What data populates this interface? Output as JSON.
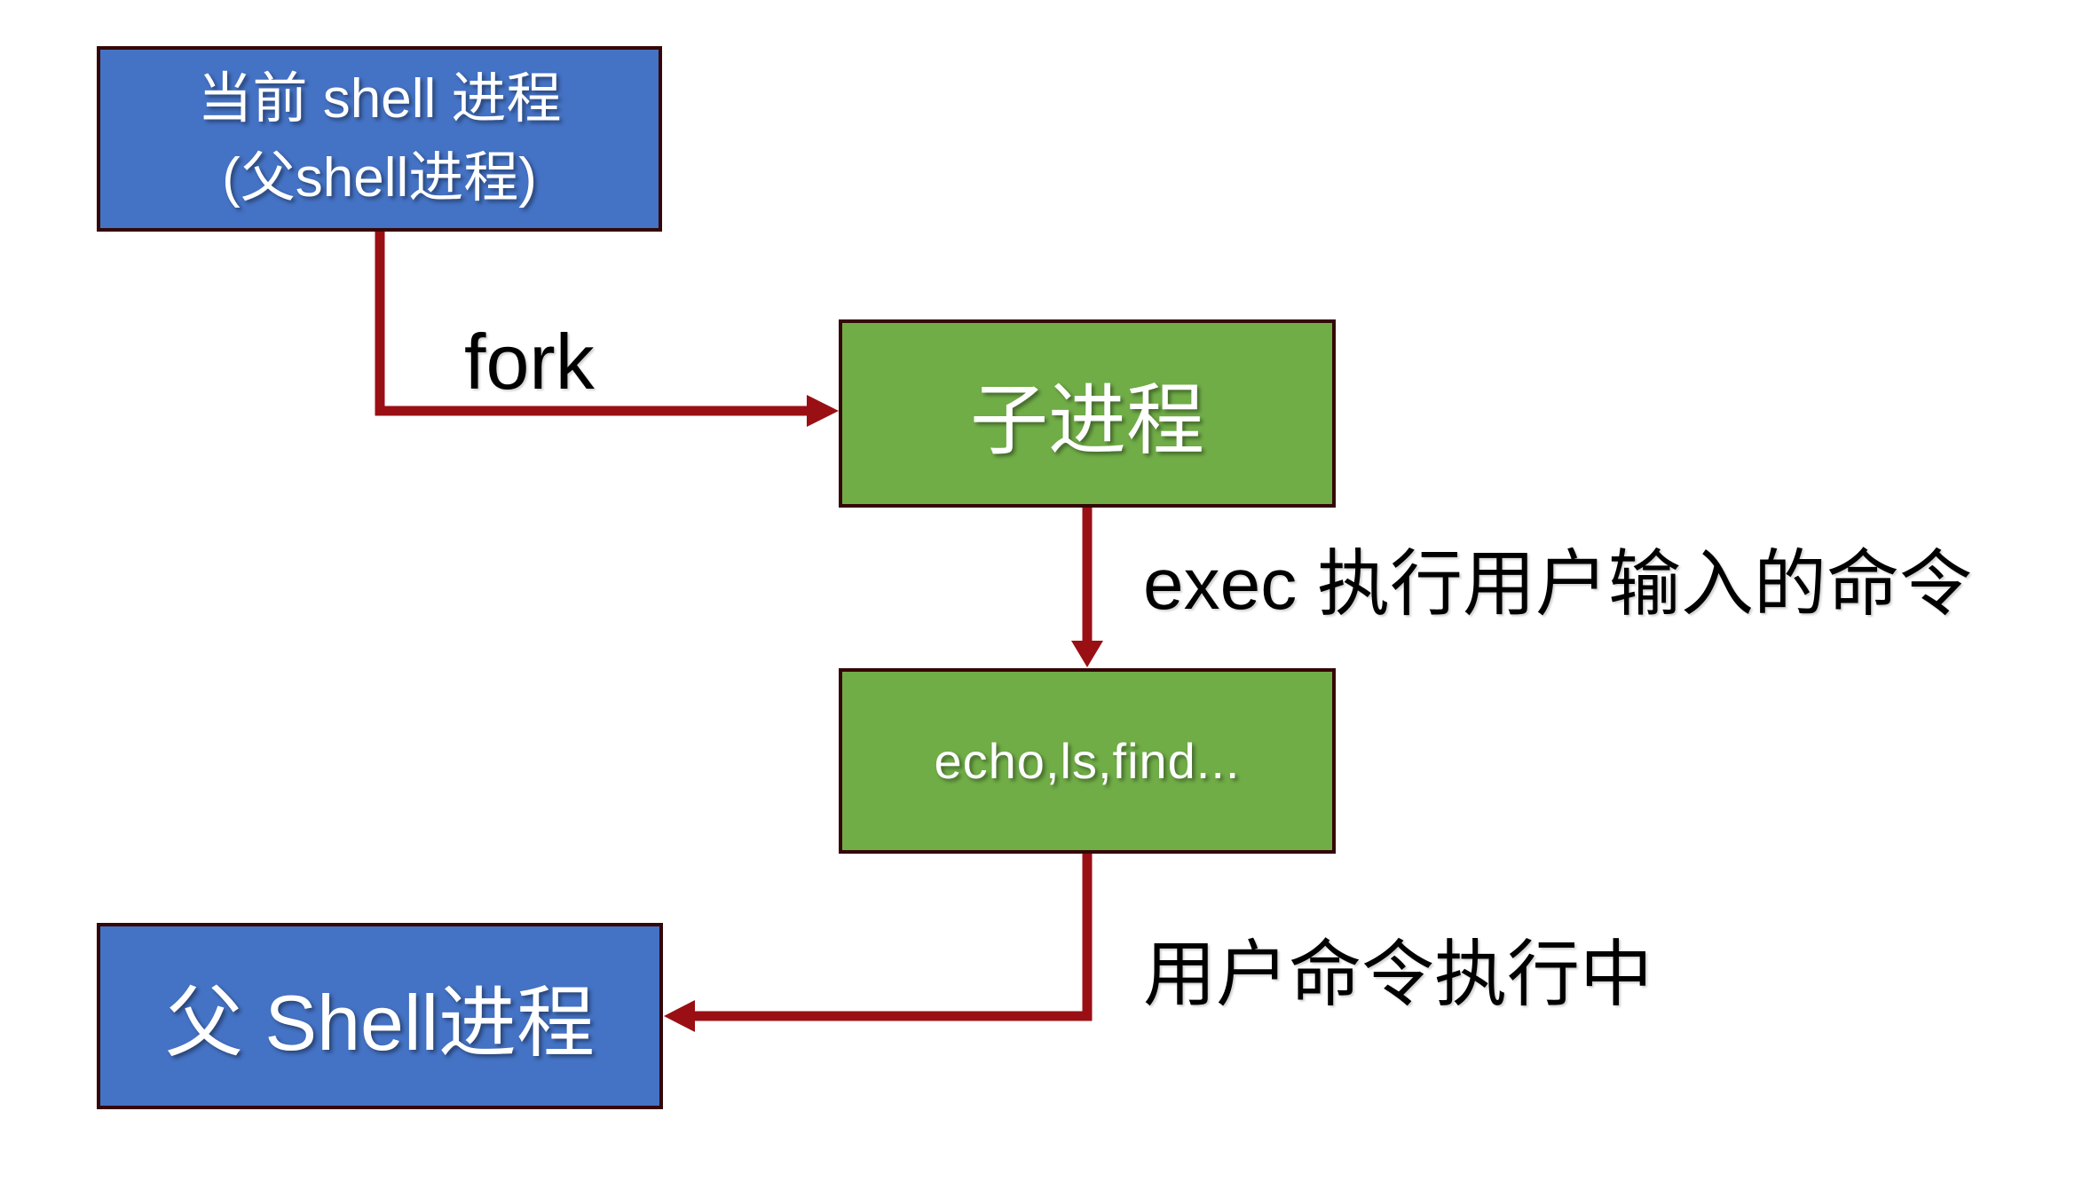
{
  "diagram": {
    "title_semantic": "shell fork-exec process flow",
    "background_color": "#ffffff",
    "colors": {
      "blue_box_fill": "#4472C4",
      "green_box_fill": "#70AD47",
      "box_border": "#350707",
      "arrow_red": "#9A0F14",
      "box_text": "#ffffff",
      "label_text": "#000000"
    },
    "nodes": {
      "current_shell": {
        "line1": "当前 shell 进程",
        "line2": "(父shell进程)"
      },
      "child_process": {
        "label": "子进程"
      },
      "user_commands": {
        "label": "echo,ls,find..."
      },
      "parent_shell": {
        "label": "父 Shell进程"
      }
    },
    "edges": {
      "fork": {
        "label": "fork"
      },
      "exec": {
        "label": "exec 执行用户输入的命令"
      },
      "running": {
        "label": "用户命令执行中"
      }
    }
  }
}
